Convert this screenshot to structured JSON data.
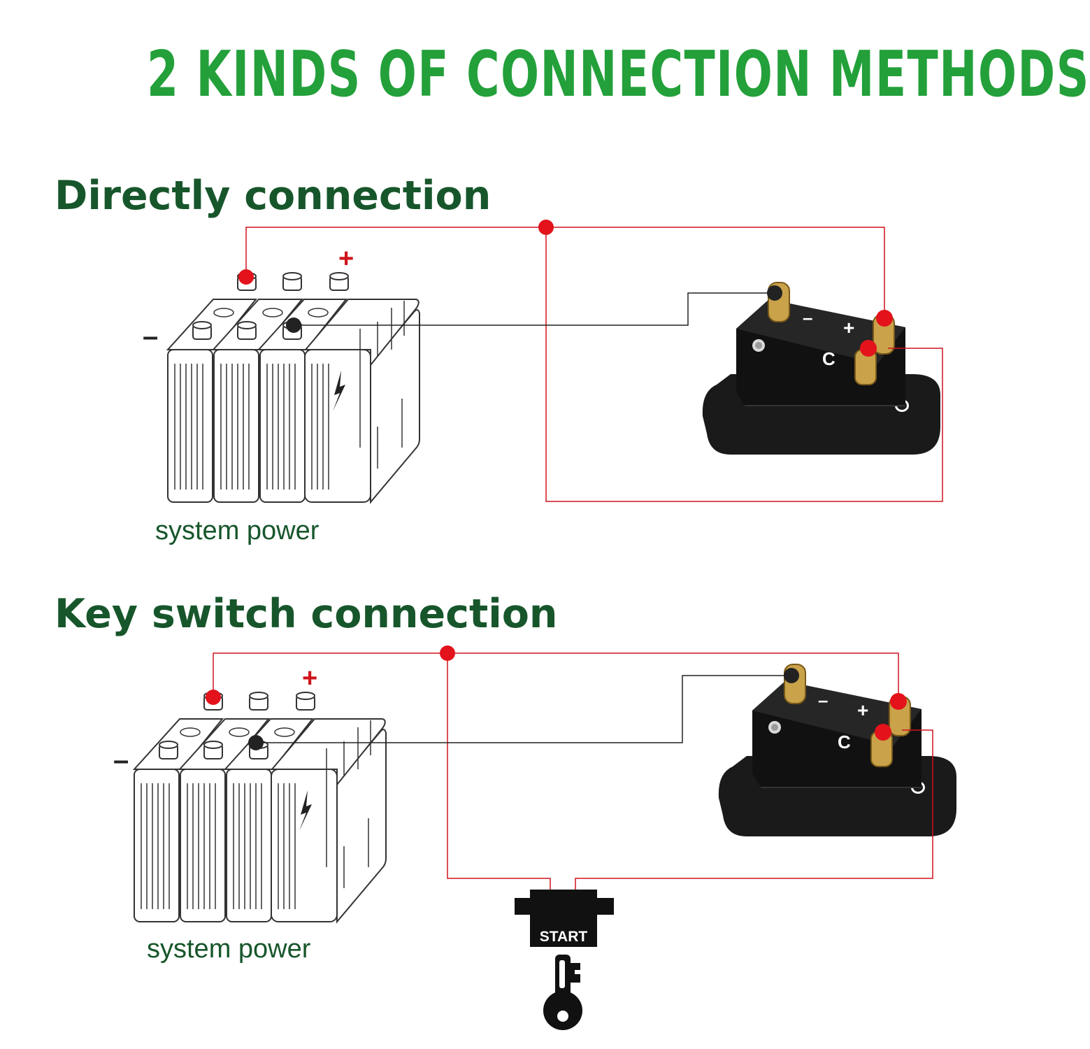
{
  "title": "2 KINDS OF CONNECTION METHODS",
  "sections": [
    {
      "heading": "Directly connection",
      "battery_caption": "system power",
      "battery_plus": "+",
      "battery_minus": "–",
      "meter_labels": {
        "minus": "–",
        "plus": "+",
        "c": "C"
      }
    },
    {
      "heading": "Key switch connection",
      "battery_caption": "system power",
      "battery_plus": "+",
      "battery_minus": "–",
      "meter_labels": {
        "minus": "–",
        "plus": "+",
        "c": "C"
      },
      "key_switch_label": "START"
    }
  ],
  "colors": {
    "title": "#23a03a",
    "heading": "#17562b",
    "positive_wire": "#d0131b",
    "negative_wire": "#222222",
    "meter_body": "#141414"
  },
  "icons": [
    "battery-pack-icon",
    "hour-meter-icon",
    "key-icon",
    "key-switch-icon"
  ]
}
